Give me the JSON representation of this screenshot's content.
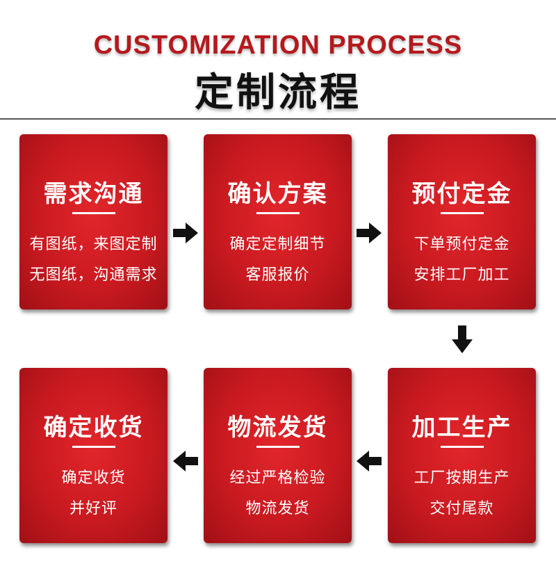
{
  "header": {
    "title_en": "CUSTOMIZATION PROCESS",
    "title_cn": "定制流程"
  },
  "steps": [
    {
      "title": "需求沟通",
      "line1": "有图纸，来图定制",
      "line2": "无图纸，沟通需求"
    },
    {
      "title": "确认方案",
      "line1": "确定定制细节",
      "line2": "客服报价"
    },
    {
      "title": "预付定金",
      "line1": "下单预付定金",
      "line2": "安排工厂加工"
    },
    {
      "title": "加工生产",
      "line1": "工厂按期生产",
      "line2": "交付尾款"
    },
    {
      "title": "物流发货",
      "line1": "经过严格检验",
      "line2": "物流发货"
    },
    {
      "title": "确定收货",
      "line1": "确定收货",
      "line2": "并好评"
    }
  ],
  "colors": {
    "card_red": "#c81a20",
    "title_red": "#b5191d",
    "arrow": "#111111"
  }
}
